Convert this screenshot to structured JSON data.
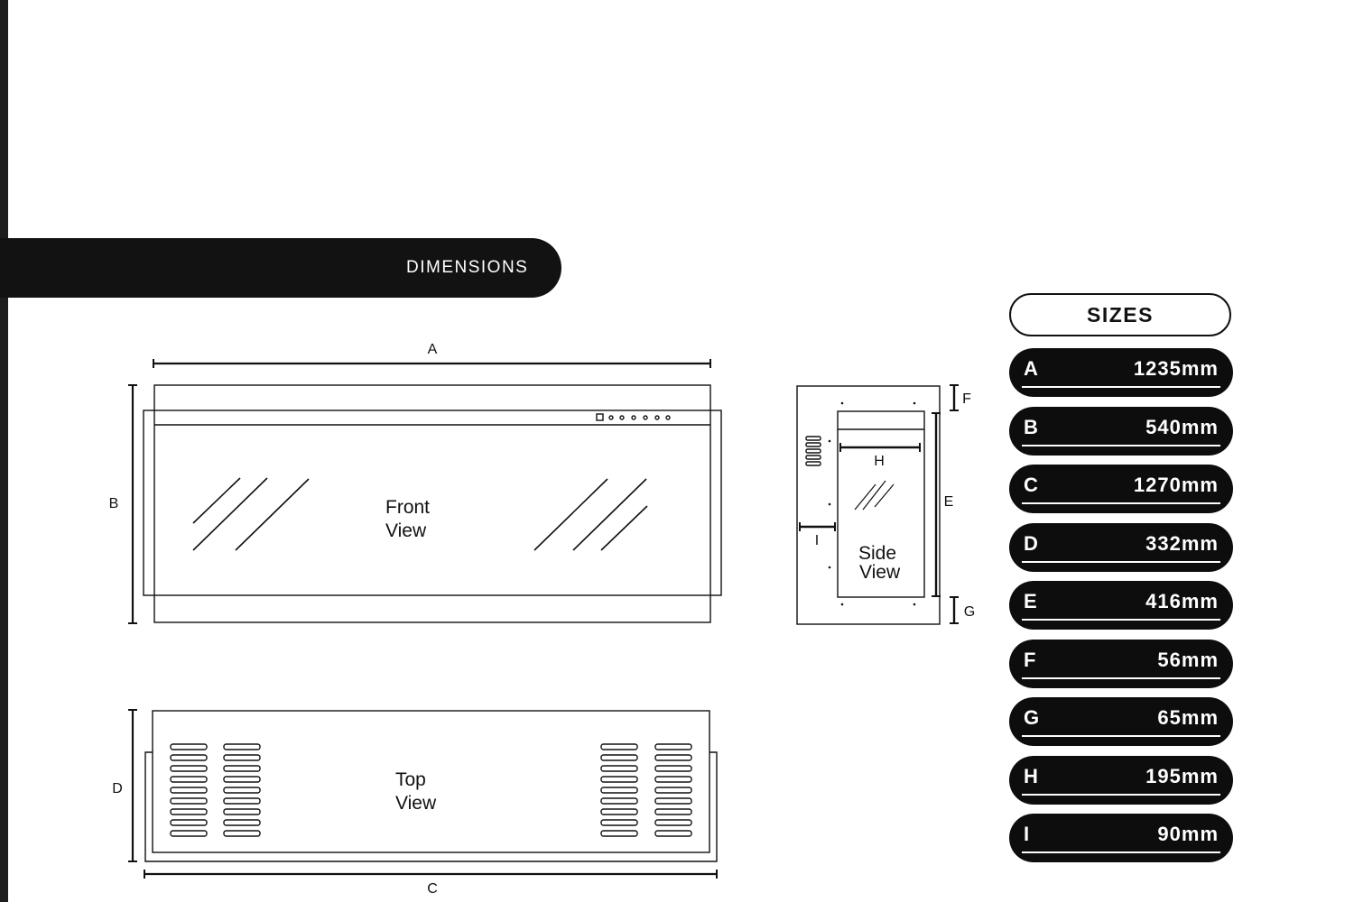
{
  "banner": {
    "label": "DIMENSIONS"
  },
  "front_view": {
    "line1": "Front",
    "line2": "View"
  },
  "side_view": {
    "line1": "Side",
    "line2": "View"
  },
  "top_view": {
    "line1": "Top",
    "line2": "View"
  },
  "dimension_labels": {
    "a": "A",
    "b": "B",
    "c": "C",
    "d": "D",
    "e": "E",
    "f": "F",
    "g": "G",
    "h": "H",
    "i": "I"
  },
  "sizes": {
    "title": "SIZES",
    "rows": [
      {
        "letter": "A",
        "value": "1235mm"
      },
      {
        "letter": "B",
        "value": "540mm"
      },
      {
        "letter": "C",
        "value": "1270mm"
      },
      {
        "letter": "D",
        "value": "332mm"
      },
      {
        "letter": "E",
        "value": "416mm"
      },
      {
        "letter": "F",
        "value": "56mm"
      },
      {
        "letter": "G",
        "value": "65mm"
      },
      {
        "letter": "H",
        "value": "195mm"
      },
      {
        "letter": "I",
        "value": "90mm"
      }
    ]
  }
}
